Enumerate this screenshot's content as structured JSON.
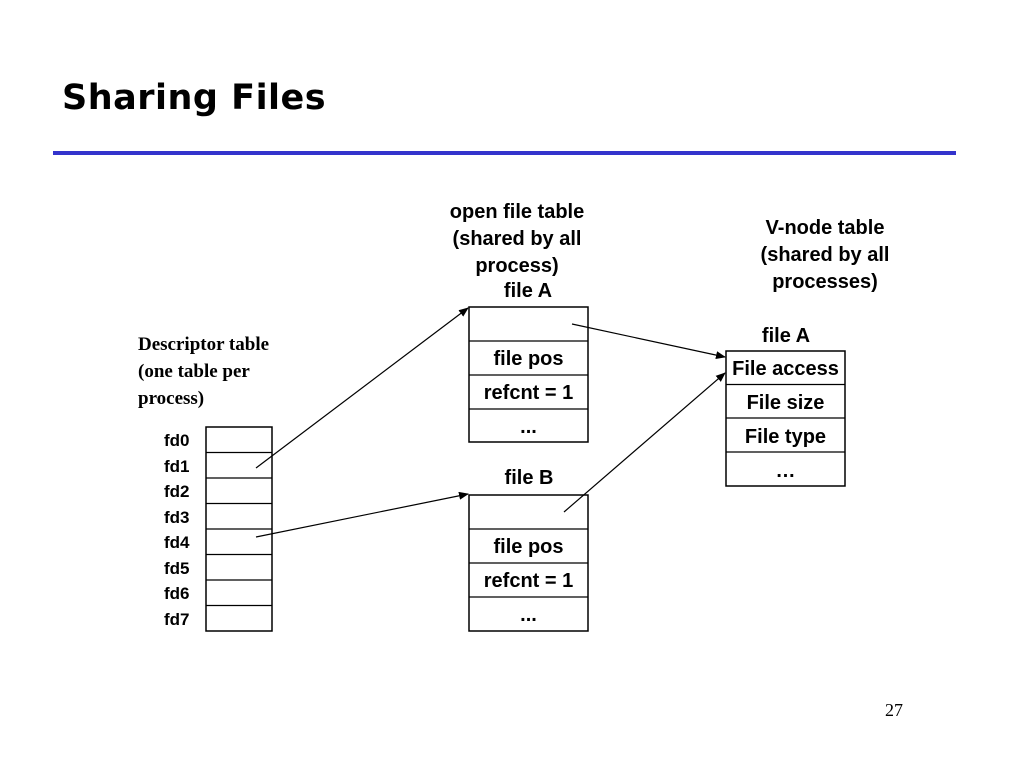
{
  "title": "Sharing Files",
  "page_number": "27",
  "descriptor_table": {
    "caption_lines": [
      "Descriptor table",
      "(one table per",
      "process)"
    ],
    "rows": [
      "fd0",
      "fd1",
      "fd2",
      "fd3",
      "fd4",
      "fd5",
      "fd6",
      "fd7"
    ]
  },
  "open_file_table": {
    "caption_lines": [
      "open file table",
      "(shared by all",
      "process)"
    ],
    "file_a": {
      "label": "file A",
      "cells": [
        "",
        "file pos",
        "refcnt = 1",
        "..."
      ]
    },
    "file_b": {
      "label": "file B",
      "cells": [
        "",
        "file pos",
        "refcnt = 1",
        "..."
      ]
    }
  },
  "vnode_table": {
    "caption_lines": [
      "V-node table",
      "(shared by all",
      "processes)"
    ],
    "file_a": {
      "label": "file A",
      "cells": [
        "File access",
        "File size",
        "File type",
        "…"
      ]
    }
  },
  "colors": {
    "rule": "#3333cc",
    "line": "#000000"
  }
}
